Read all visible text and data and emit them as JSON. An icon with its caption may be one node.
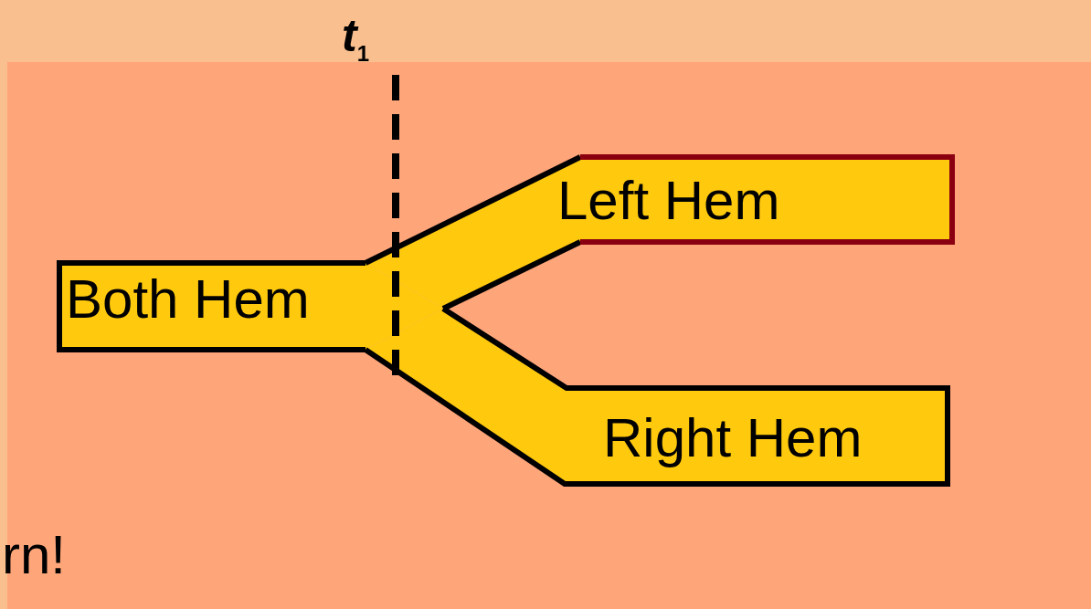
{
  "diagram": {
    "nodes": [
      {
        "text": [
          "Both Hem"
        ]
      },
      {
        "text": [
          "Left Hem"
        ]
      },
      {
        "text": [
          "Right Hem"
        ]
      }
    ],
    "labels": [
      "*t*$_{1}$",
      "rn!"
    ]
  }
}
